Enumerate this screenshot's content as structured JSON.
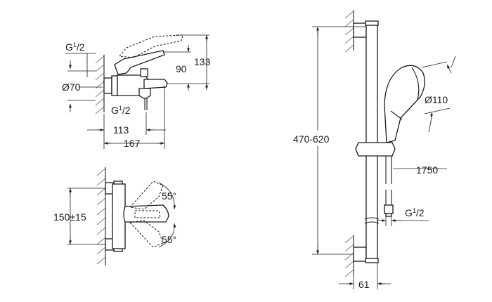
{
  "bath_mixer": {
    "thread_top": {
      "base": "G",
      "sup": "1",
      "den": "/2"
    },
    "thread_bottom": {
      "base": "G",
      "sup": "1",
      "den": "/2"
    },
    "flange_diameter": "Ø70",
    "height_total": "133",
    "height_spout": "90",
    "depth_spout": "113",
    "depth_total": "167"
  },
  "mixer_front": {
    "centers": "150±15",
    "angle_top": "55°",
    "angle_bottom": "55°"
  },
  "shower_rail": {
    "height_range": "470-620",
    "head_diameter": "Ø110",
    "hose_length": "1750",
    "hose_thread": {
      "base": "G",
      "sup": "1",
      "den": "/2"
    },
    "wall_offset": "61"
  }
}
